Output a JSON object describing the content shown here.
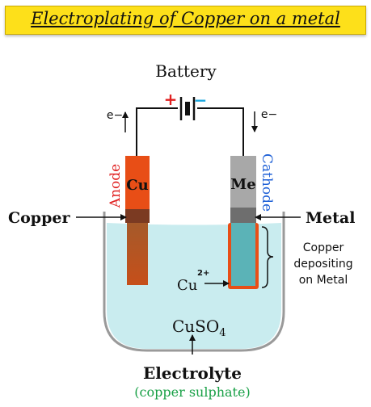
{
  "title": "Electroplating of Copper on a metal",
  "battery": {
    "label": "Battery",
    "positive": "+",
    "negative": "−"
  },
  "electron_left": "e−",
  "electron_right": "e−",
  "anode": {
    "label": "Anode",
    "symbol": "Cu"
  },
  "cathode": {
    "label": "Cathode",
    "symbol": "Me"
  },
  "left_label": "Copper",
  "right_label": "Metal",
  "ion": {
    "symbol": "Cu",
    "charge": "2+"
  },
  "annotation": [
    "Copper",
    "depositing",
    "on Metal"
  ],
  "solution_formula": {
    "base": "CuSO",
    "subscript": "4"
  },
  "electrolyte": {
    "label": "Electrolyte",
    "description": "(copper sulphate)"
  },
  "colors": {
    "banner": "#fde01a",
    "anode": "#e84e16",
    "cathode": "#a8a8a8",
    "solution": "#c9ecef",
    "red": "#e02020",
    "blue": "#1d5fd6",
    "green": "#18a046"
  }
}
